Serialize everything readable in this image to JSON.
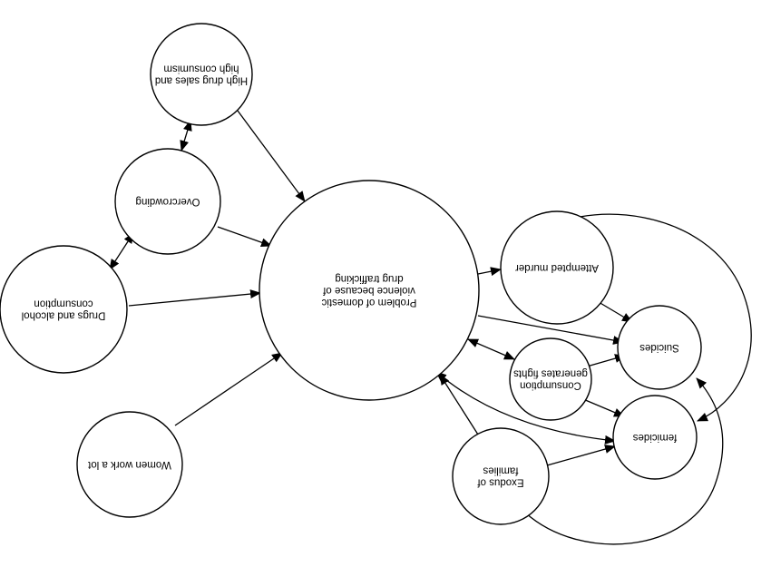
{
  "diagram": {
    "nodes": [
      {
        "id": "high-drug-sales",
        "lines": [
          "High drug sales and",
          "high consumism"
        ]
      },
      {
        "id": "overcrowding",
        "lines": [
          "Overcrowding"
        ]
      },
      {
        "id": "drugs-alcohol",
        "lines": [
          "Drugs and alcohol",
          "consumption"
        ]
      },
      {
        "id": "women-work",
        "lines": [
          "Women work a lot"
        ]
      },
      {
        "id": "domestic-violence",
        "lines": [
          "Problem of domestic",
          "violence because of",
          "drug trafficking"
        ]
      },
      {
        "id": "attempted-murder",
        "lines": [
          "Attempted murder"
        ]
      },
      {
        "id": "consumption-fights",
        "lines": [
          "Consumption",
          "generates fights"
        ]
      },
      {
        "id": "suicides",
        "lines": [
          "Suicides"
        ]
      },
      {
        "id": "femicides",
        "lines": [
          "femicides"
        ]
      },
      {
        "id": "exodus",
        "lines": [
          "Exodus of",
          "families"
        ]
      }
    ]
  }
}
